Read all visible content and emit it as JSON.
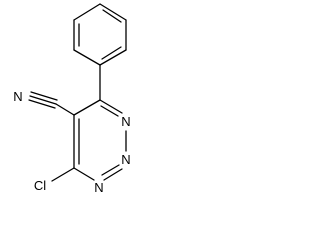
{
  "molecule": {
    "atoms": {
      "nitrile_n": "N",
      "ring_n_upper": "N",
      "ring_n_lower": "N",
      "chlorine": "Cl"
    }
  }
}
